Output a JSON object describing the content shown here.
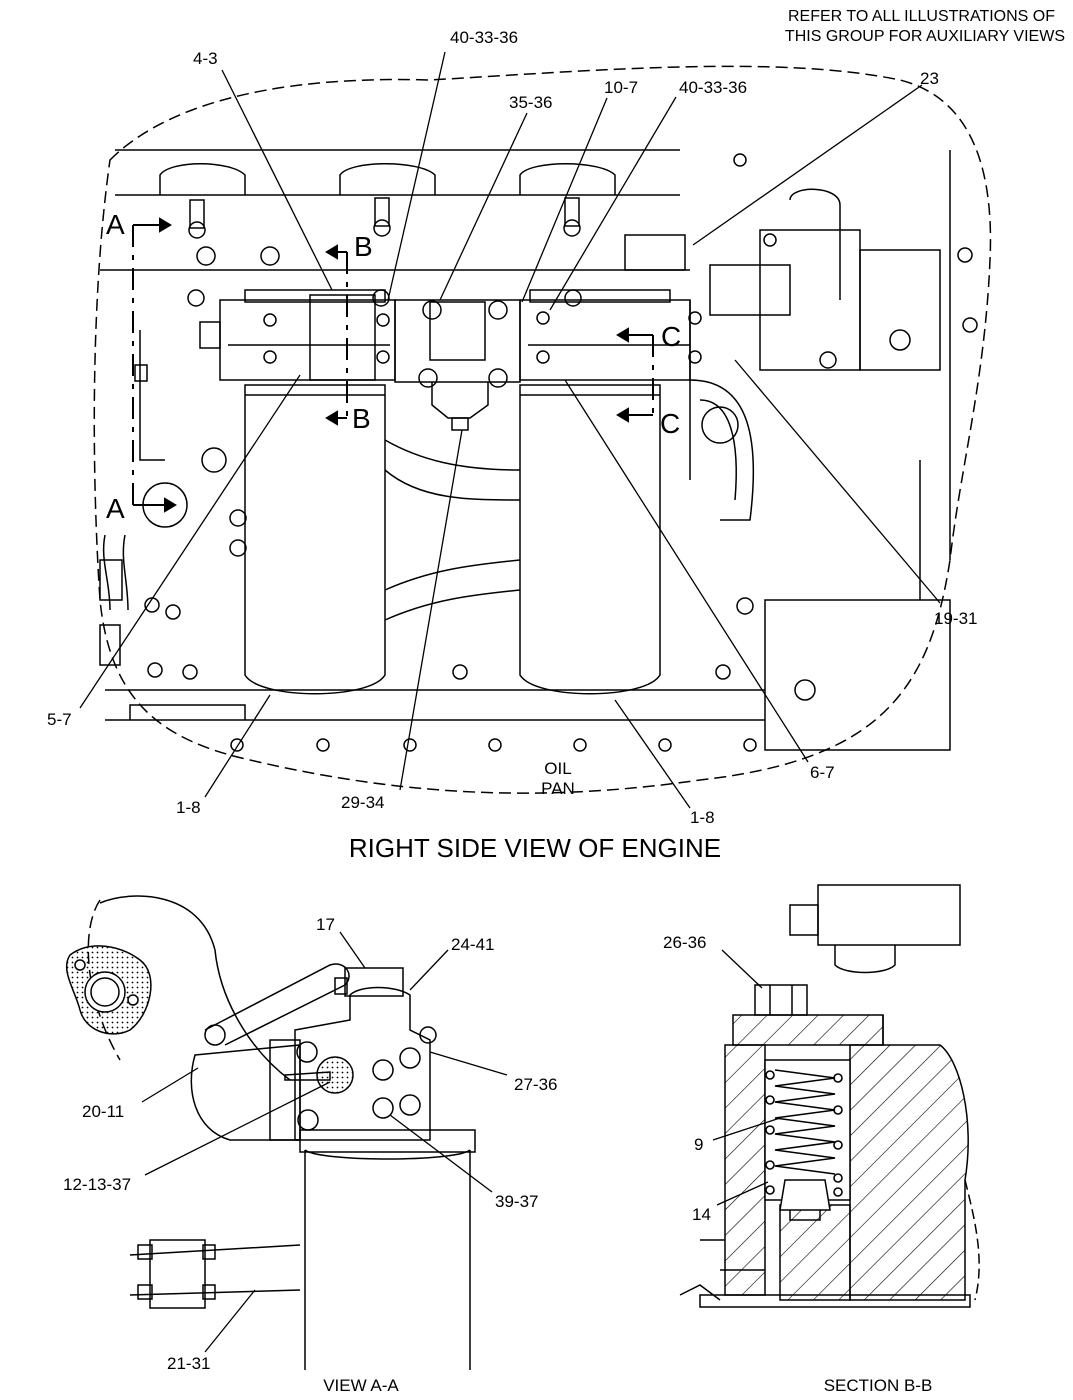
{
  "header_note": {
    "line1": "REFER TO ALL ILLUSTRATIONS OF",
    "line2": "THIS GROUP FOR AUXILIARY VIEWS"
  },
  "main_view": {
    "title": "RIGHT SIDE VIEW OF ENGINE",
    "oil_pan_line1": "OIL",
    "oil_pan_line2": "PAN",
    "section_markers": {
      "a_top": "A",
      "a_bottom": "A",
      "b_top": "B",
      "b_bottom": "B",
      "c_top": "C",
      "c_bottom": "C"
    },
    "callouts": {
      "c_4_3": "4-3",
      "c_40_33_36_left": "40-33-36",
      "c_35_36": "35-36",
      "c_10_7": "10-7",
      "c_40_33_36_right": "40-33-36",
      "c_23": "23",
      "c_19_31": "19-31",
      "c_6_7": "6-7",
      "c_1_8_right": "1-8",
      "c_29_34": "29-34",
      "c_1_8_left": "1-8",
      "c_5_7": "5-7"
    }
  },
  "view_aa": {
    "title": "VIEW  A-A",
    "callouts": {
      "c_17": "17",
      "c_24_41": "24-41",
      "c_27_36": "27-36",
      "c_20_11": "20-11",
      "c_12_13_37": "12-13-37",
      "c_39_37": "39-37",
      "c_21_31": "21-31"
    }
  },
  "section_bb": {
    "title": "SECTION  B-B",
    "callouts": {
      "c_26_36": "26-36",
      "c_9": "9",
      "c_14": "14"
    }
  }
}
